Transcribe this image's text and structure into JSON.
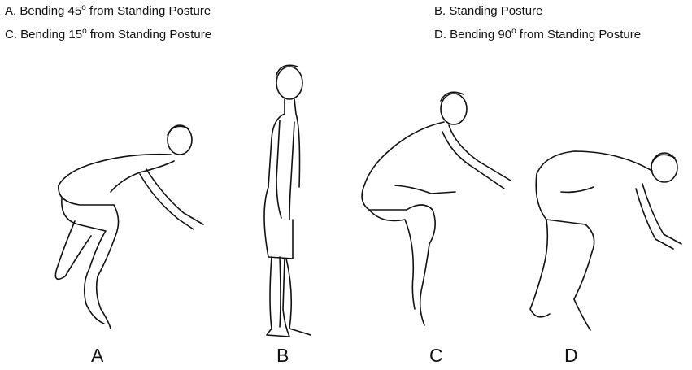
{
  "captions": {
    "a": {
      "prefix": "A. Bending 45",
      "sup": "o",
      "suffix": " from Standing Posture"
    },
    "b": {
      "text": "B. Standing Posture"
    },
    "c": {
      "prefix": "C. Bending 15",
      "sup": "o",
      "suffix": " from Standing Posture"
    },
    "d": {
      "prefix": "D. Bending 90",
      "sup": "o",
      "suffix": " from Standing Posture"
    }
  },
  "figure_labels": {
    "a": "A",
    "b": "B",
    "c": "C",
    "d": "D"
  }
}
